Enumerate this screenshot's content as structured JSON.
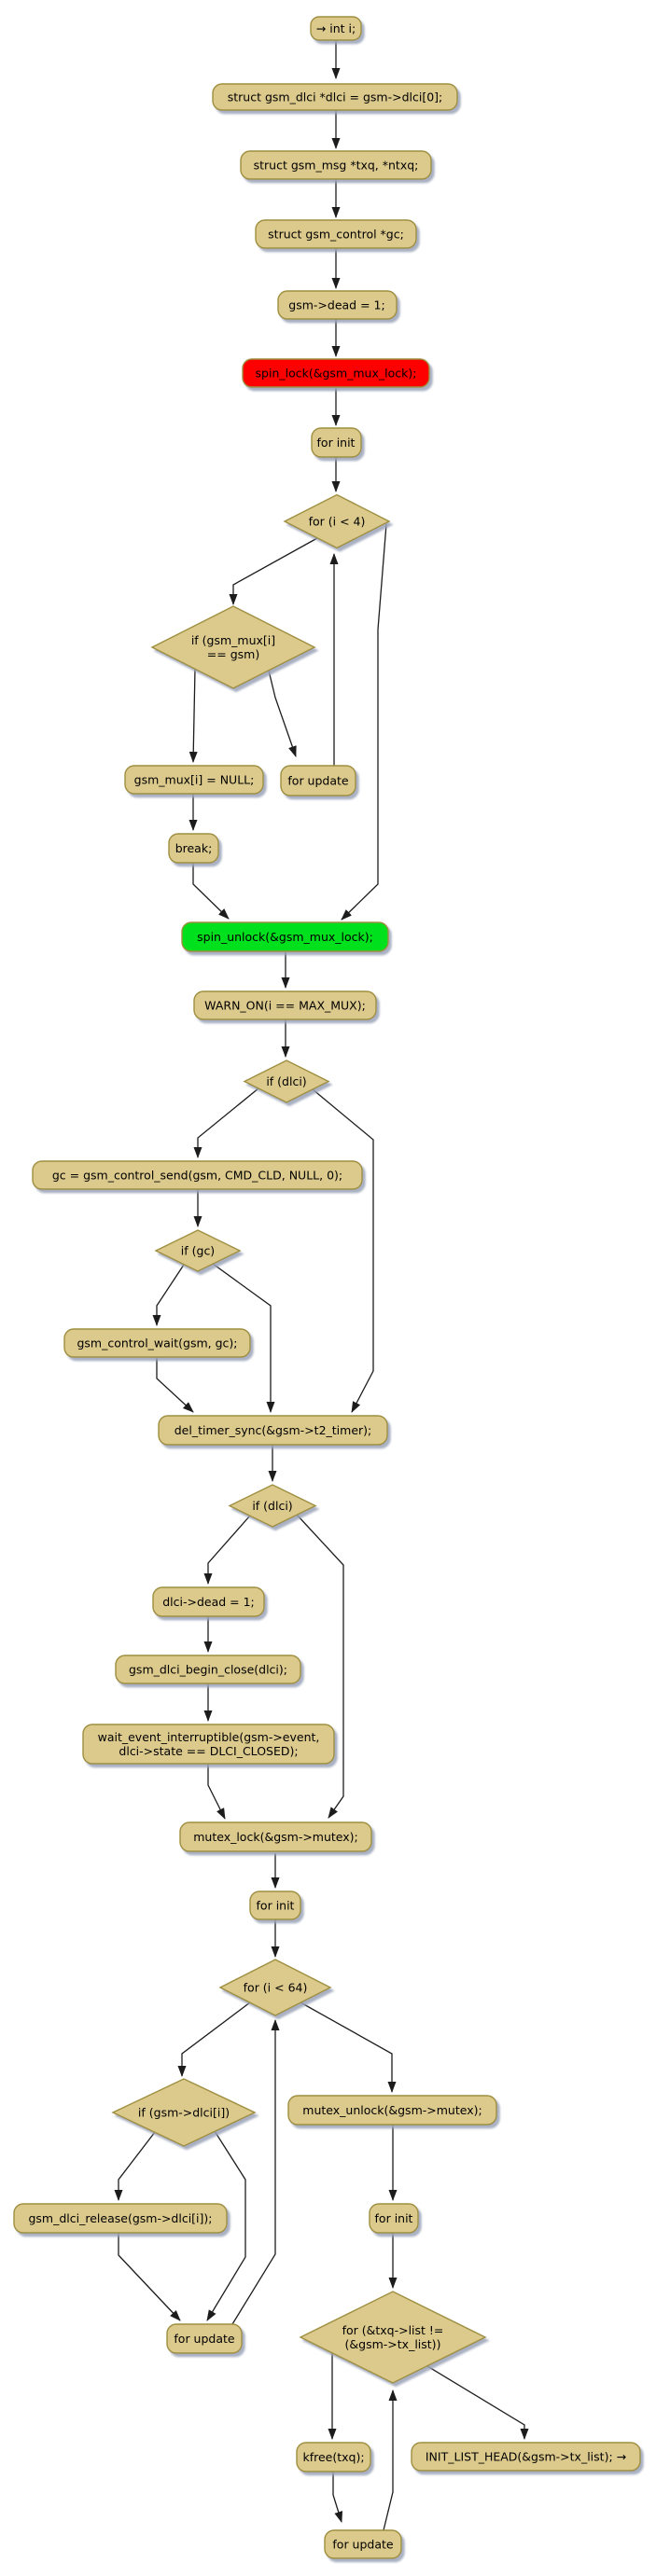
{
  "diagram": {
    "type": "control-flow-activity-diagram",
    "colors": {
      "node_fill": "#dcc98c",
      "node_border": "#9e8f3f",
      "lock_fill": "#ff0000",
      "unlock_fill": "#00e01c",
      "edge": "#1c1c1c",
      "background": "#ffffff"
    },
    "nodes": {
      "decl_i": "→ int i;",
      "decl_dlci": "struct gsm_dlci *dlci = gsm->dlci[0];",
      "decl_msg": "struct gsm_msg *txq, *ntxq;",
      "decl_gc": "struct gsm_control *gc;",
      "gsm_dead": "gsm->dead = 1;",
      "spin_lock": "spin_lock(&gsm_mux_lock);",
      "for_init_1": "for init",
      "for_cond_1": "for (i < 4)",
      "if_gsm_mux": {
        "line1": "if (gsm_mux[i]",
        "line2": "== gsm)"
      },
      "mux_null": "gsm_mux[i] = NULL;",
      "for_update_1": "for update",
      "break_stmt": "break;",
      "spin_unlock": "spin_unlock(&gsm_mux_lock);",
      "warn_on": "WARN_ON(i == MAX_MUX);",
      "if_dlci_1": "if (dlci)",
      "gc_send": "gc = gsm_control_send(gsm, CMD_CLD, NULL, 0);",
      "if_gc": "if (gc)",
      "control_wait": "gsm_control_wait(gsm, gc);",
      "del_timer": "del_timer_sync(&gsm->t2_timer);",
      "if_dlci_2": "if (dlci)",
      "dlci_dead": "dlci->dead = 1;",
      "begin_close": "gsm_dlci_begin_close(dlci);",
      "wait_event": {
        "line1": "wait_event_interruptible(gsm->event,",
        "line2": "dlci->state == DLCI_CLOSED);"
      },
      "mutex_lock": "mutex_lock(&gsm->mutex);",
      "for_init_2": "for init",
      "for_cond_2": "for (i < 64)",
      "if_dlci_i": "if (gsm->dlci[i])",
      "mutex_unlock": "mutex_unlock(&gsm->mutex);",
      "dlci_release": "gsm_dlci_release(gsm->dlci[i]);",
      "for_init_3": "for init",
      "for_update_2": "for update",
      "for_cond_3": {
        "line1": "for (&txq->list !=",
        "line2": "(&gsm->tx_list))"
      },
      "kfree": "kfree(txq);",
      "init_list_head": "INIT_LIST_HEAD(&gsm->tx_list); →",
      "for_update_3": "for update"
    }
  }
}
